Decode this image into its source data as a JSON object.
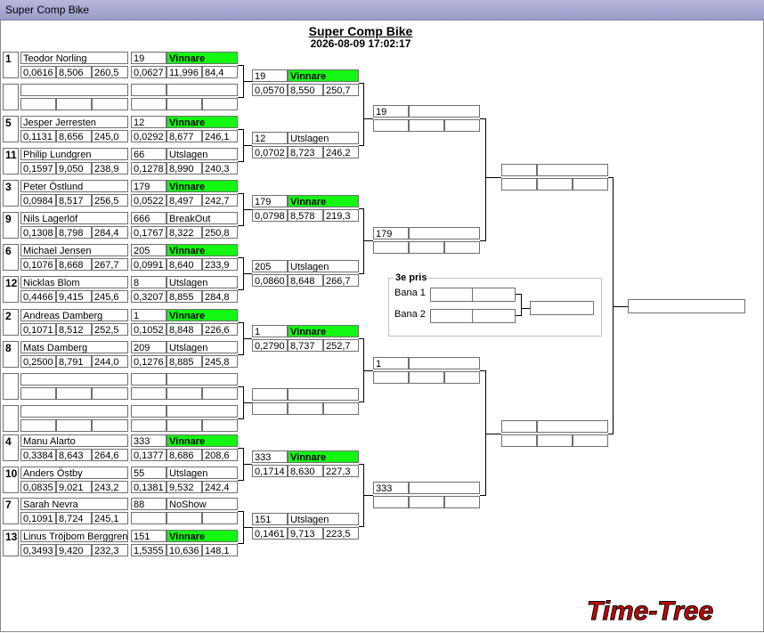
{
  "window": {
    "title": "Super Comp Bike"
  },
  "header": {
    "title": "Super Comp Bike",
    "datetime": "2026-08-09 17:02:17"
  },
  "logo": {
    "text": "Time-Tree",
    "color": "#cc0000"
  },
  "colors": {
    "winner": "#13f713"
  },
  "round1": [
    {
      "seed": "1",
      "name": "Teodor Norling",
      "rt": "0,0616",
      "et": "8,506",
      "speed": "260,5",
      "res": {
        "num": "19",
        "status": "Vinnare",
        "win": true,
        "rt": "0,0627",
        "et": "11,996",
        "speed": "84,4"
      }
    },
    {
      "seed": "",
      "name": "",
      "rt": "",
      "et": "",
      "speed": "",
      "res": {
        "num": "",
        "status": "",
        "win": false,
        "rt": "",
        "et": "",
        "speed": ""
      }
    },
    {
      "seed": "5",
      "name": "Jesper Jerresten",
      "rt": "0,1131",
      "et": "8,656",
      "speed": "245,0",
      "res": {
        "num": "12",
        "status": "Vinnare",
        "win": true,
        "rt": "0,0292",
        "et": "8,677",
        "speed": "246,1"
      }
    },
    {
      "seed": "11",
      "name": "Philip Lundgren",
      "rt": "0,1597",
      "et": "9,050",
      "speed": "238,9",
      "res": {
        "num": "66",
        "status": "Utslagen",
        "win": false,
        "rt": "0,1278",
        "et": "8,990",
        "speed": "240,3"
      }
    },
    {
      "seed": "3",
      "name": "Peter Östlund",
      "rt": "0,0984",
      "et": "8,517",
      "speed": "256,5",
      "res": {
        "num": "179",
        "status": "Vinnare",
        "win": true,
        "rt": "0,0522",
        "et": "8,497",
        "speed": "242,7"
      }
    },
    {
      "seed": "9",
      "name": "Nils Lagerlöf",
      "rt": "0,1308",
      "et": "8,798",
      "speed": "284,4",
      "res": {
        "num": "666",
        "status": "BreakOut",
        "win": false,
        "rt": "0,1767",
        "et": "8,322",
        "speed": "250,8"
      }
    },
    {
      "seed": "6",
      "name": "Michael Jensen",
      "rt": "0,1076",
      "et": "8,668",
      "speed": "267,7",
      "res": {
        "num": "205",
        "status": "Vinnare",
        "win": true,
        "rt": "0,0991",
        "et": "8,640",
        "speed": "233,9"
      }
    },
    {
      "seed": "12",
      "name": "Nicklas Blom",
      "rt": "0,4466",
      "et": "9,415",
      "speed": "245,6",
      "res": {
        "num": "8",
        "status": "Utslagen",
        "win": false,
        "rt": "0,3207",
        "et": "8,855",
        "speed": "284,8"
      }
    },
    {
      "seed": "2",
      "name": "Andreas Damberg",
      "rt": "0,1071",
      "et": "8,512",
      "speed": "252,5",
      "res": {
        "num": "1",
        "status": "Vinnare",
        "win": true,
        "rt": "0,1052",
        "et": "8,848",
        "speed": "226,6"
      }
    },
    {
      "seed": "8",
      "name": "Mats Damberg",
      "rt": "0,2500",
      "et": "8,791",
      "speed": "244,0",
      "res": {
        "num": "209",
        "status": "Utslagen",
        "win": false,
        "rt": "0,1276",
        "et": "8,885",
        "speed": "245,8"
      }
    },
    {
      "seed": "",
      "name": "",
      "rt": "",
      "et": "",
      "speed": "",
      "res": {
        "num": "",
        "status": "",
        "win": false,
        "rt": "",
        "et": "",
        "speed": ""
      }
    },
    {
      "seed": "",
      "name": "",
      "rt": "",
      "et": "",
      "speed": "",
      "res": {
        "num": "",
        "status": "",
        "win": false,
        "rt": "",
        "et": "",
        "speed": ""
      }
    },
    {
      "seed": "4",
      "name": "Manu  Alarto",
      "rt": "0,3384",
      "et": "8,643",
      "speed": "264,6",
      "res": {
        "num": "333",
        "status": "Vinnare",
        "win": true,
        "rt": "0,1377",
        "et": "8,686",
        "speed": "208,6"
      }
    },
    {
      "seed": "10",
      "name": "Anders Östby",
      "rt": "0,0835",
      "et": "9,021",
      "speed": "243,2",
      "res": {
        "num": "55",
        "status": "Utslagen",
        "win": false,
        "rt": "0,1381",
        "et": "9,532",
        "speed": "242,4"
      }
    },
    {
      "seed": "7",
      "name": "Sarah Nevra",
      "rt": "0,1091",
      "et": "8,724",
      "speed": "245,1",
      "res": {
        "num": "88",
        "status": "NoShow",
        "win": false,
        "rt": "",
        "et": "",
        "speed": ""
      }
    },
    {
      "seed": "13",
      "name": "Linus Tröjbom Berggren",
      "rt": "0,3493",
      "et": "9,420",
      "speed": "232,3",
      "res": {
        "num": "151",
        "status": "Vinnare",
        "win": true,
        "rt": "1,5355",
        "et": "10,636",
        "speed": "148,1"
      }
    }
  ],
  "round2": [
    {
      "num": "19",
      "status": "Vinnare",
      "win": true,
      "rt": "0,0570",
      "et": "8,550",
      "speed": "250,7"
    },
    {
      "num": "12",
      "status": "Utslagen",
      "win": false,
      "rt": "0,0702",
      "et": "8,723",
      "speed": "246,2"
    },
    {
      "num": "179",
      "status": "Vinnare",
      "win": true,
      "rt": "0,0798",
      "et": "8,578",
      "speed": "219,3"
    },
    {
      "num": "205",
      "status": "Utslagen",
      "win": false,
      "rt": "0,0860",
      "et": "8,648",
      "speed": "266,7"
    },
    {
      "num": "1",
      "status": "Vinnare",
      "win": true,
      "rt": "0,2790",
      "et": "8,737",
      "speed": "252,7"
    },
    {
      "num": "",
      "status": "",
      "win": false,
      "rt": "",
      "et": "",
      "speed": ""
    },
    {
      "num": "333",
      "status": "Vinnare",
      "win": true,
      "rt": "0,1714",
      "et": "8,630",
      "speed": "227,3"
    },
    {
      "num": "151",
      "status": "Utslagen",
      "win": false,
      "rt": "0,1461",
      "et": "9,713",
      "speed": "223,5"
    }
  ],
  "round3": [
    {
      "num": "19",
      "status": "",
      "win": false,
      "rt": "",
      "et": "",
      "speed": ""
    },
    {
      "num": "179",
      "status": "",
      "win": false,
      "rt": "",
      "et": "",
      "speed": ""
    },
    {
      "num": "1",
      "status": "",
      "win": false,
      "rt": "",
      "et": "",
      "speed": ""
    },
    {
      "num": "333",
      "status": "",
      "win": false,
      "rt": "",
      "et": "",
      "speed": ""
    }
  ],
  "round4": [
    {
      "num": "",
      "status": "",
      "win": false,
      "rt": "",
      "et": "",
      "speed": ""
    },
    {
      "num": "",
      "status": "",
      "win": false,
      "rt": "",
      "et": "",
      "speed": ""
    }
  ],
  "final": {
    "value": ""
  },
  "third_place": {
    "title": "3e pris",
    "lane1_label": "Bana 1",
    "lane2_label": "Bana 2",
    "lane1_value": "",
    "lane2_value": "",
    "winner": ""
  }
}
